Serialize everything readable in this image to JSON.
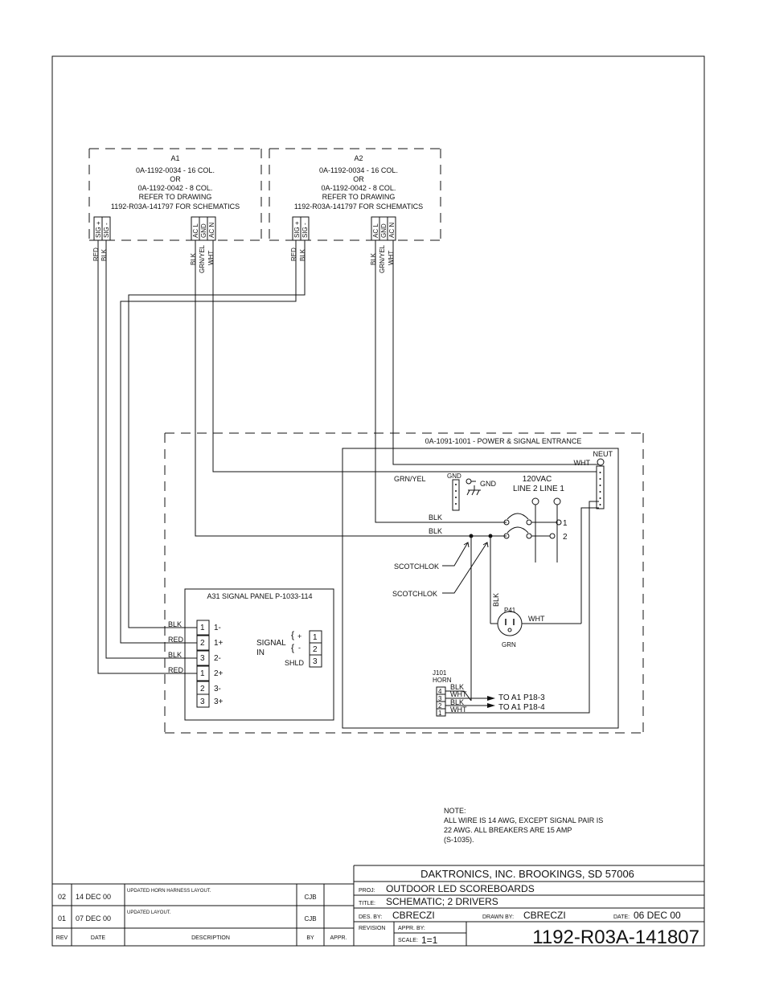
{
  "a1": {
    "title": "A1",
    "line1": "0A-1192-0034 - 16 COL.",
    "line2": "OR",
    "line3": "0A-1192-0042 - 8 COL.",
    "line4": "REFER TO DRAWING",
    "line5": "1192-R03A-141797 FOR SCHEMATICS"
  },
  "a2": {
    "title": "A2",
    "line1": "0A-1192-0034 - 16 COL.",
    "line2": "OR",
    "line3": "0A-1192-0042 - 8 COL.",
    "line4": "REFER TO DRAWING",
    "line5": "1192-R03A-141797 FOR SCHEMATICS"
  },
  "pins": {
    "sig_plus": "SIG +",
    "sig_minus": "SIG -",
    "ac_l": "AC L",
    "gnd": "GND",
    "ac_n": "AC N"
  },
  "wires": {
    "red": "RED",
    "blk": "BLK",
    "grn_yel": "GRN/YEL",
    "wht": "WHT"
  },
  "entrance": {
    "title": "0A-1091-1001 - POWER & SIGNAL ENTRANCE",
    "neut": "NEUT",
    "wht": "WHT",
    "grn_yel": "GRN/YEL",
    "gnd_term": "GND",
    "gnd": "GND",
    "vac": "120VAC",
    "lines": "LINE 2 LINE 1",
    "blk1": "BLK",
    "blk2": "BLK",
    "br1": "1",
    "br2": "2",
    "scotchlok1": "SCOTCHLOK",
    "scotchlok2": "SCOTCHLOK",
    "blk_v": "BLK",
    "p41": "P41",
    "p41_wht": "WHT",
    "grn": "GRN",
    "j101": "J101",
    "horn": "HORN",
    "horn_pins": [
      {
        "num": "4",
        "wire": "BLK",
        "to": ""
      },
      {
        "num": "3",
        "wire": "WHT",
        "to": "TO A1 P18-3"
      },
      {
        "num": "2",
        "wire": "BLK",
        "to": "TO A1 P18-4"
      },
      {
        "num": "1",
        "wire": "WHT",
        "to": ""
      }
    ]
  },
  "signal_panel": {
    "title": "A31 SIGNAL PANEL P-1033-114",
    "rows": [
      {
        "wire": "BLK",
        "pin": "1",
        "label": "1-"
      },
      {
        "wire": "RED",
        "pin": "2",
        "label": "1+"
      },
      {
        "wire": "BLK",
        "pin": "3",
        "label": "2-"
      },
      {
        "wire": "RED",
        "pin": "1",
        "label": "2+"
      },
      {
        "wire": "",
        "pin": "2",
        "label": "3-"
      },
      {
        "wire": "",
        "pin": "3",
        "label": "3+"
      }
    ],
    "signal": "SIGNAL",
    "in": "IN",
    "plus": "+",
    "minus": "-",
    "shld": "SHLD",
    "sig_pins": [
      "1",
      "2",
      "3"
    ]
  },
  "note": {
    "l1": "NOTE:",
    "l2": "ALL WIRE IS 14 AWG, EXCEPT SIGNAL PAIR IS",
    "l3": "22 AWG.  ALL BREAKERS ARE 15 AMP",
    "l4": "(S-1035)."
  },
  "revisions": [
    {
      "rev": "02",
      "date": "14 DEC 00",
      "desc": "UPDATED HORN HARNESS LAYOUT.",
      "by": "CJB",
      "appr": ""
    },
    {
      "rev": "01",
      "date": "07 DEC 00",
      "desc": "UPDATED LAYOUT.",
      "by": "CJB",
      "appr": ""
    }
  ],
  "rev_header": {
    "rev": "REV",
    "date": "DATE",
    "desc": "DESCRIPTION",
    "by": "BY",
    "appr": "APPR."
  },
  "title_block": {
    "company": "DAKTRONICS, INC.   BROOKINGS, SD 57006",
    "proj_label": "PROJ:",
    "proj": "OUTDOOR LED SCOREBOARDS",
    "title_label": "TITLE:",
    "title": "SCHEMATIC; 2 DRIVERS",
    "des_label": "DES. BY:",
    "des": "CBRECZI",
    "drawn_label": "DRAWN BY:",
    "drawn": "CBRECZI",
    "date_label": "DATE:",
    "date": "06 DEC 00",
    "revision_label": "REVISION",
    "appr_label": "APPR. BY:",
    "scale_label": "SCALE:",
    "scale": "1=1",
    "drawing_number": "1192-R03A-141807"
  }
}
